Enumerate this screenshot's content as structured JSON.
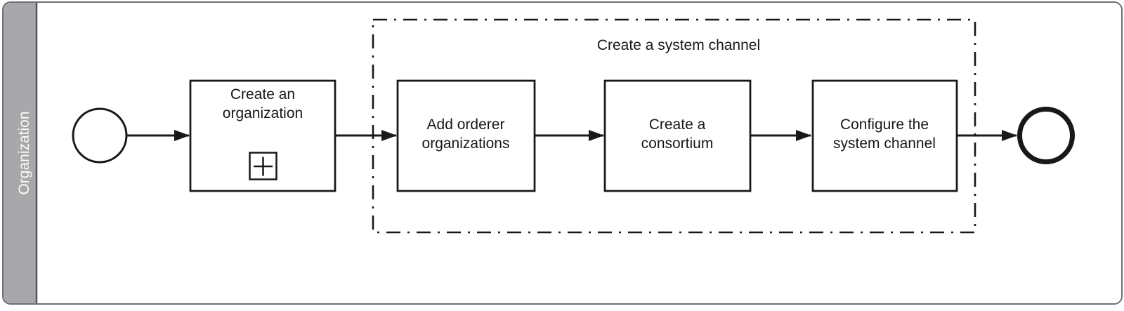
{
  "diagram_type": "BPMN process diagram",
  "lane": {
    "label": "Organization"
  },
  "group": {
    "label": "Create a system channel"
  },
  "tasks": [
    {
      "name": "create-an-organization",
      "lines": [
        "Create an",
        "organization"
      ],
      "kind": "subprocess",
      "marker": "plus-icon"
    },
    {
      "name": "add-orderer-organizations",
      "lines": [
        "Add orderer",
        "organizations"
      ],
      "kind": "task"
    },
    {
      "name": "create-a-consortium",
      "lines": [
        "Create a",
        "consortium"
      ],
      "kind": "task"
    },
    {
      "name": "configure-the-system-channel",
      "lines": [
        "Configure the",
        "system channel"
      ],
      "kind": "task"
    }
  ],
  "events": {
    "start": {
      "kind": "start-event"
    },
    "end": {
      "kind": "end-event"
    }
  },
  "flows": {
    "count": 5,
    "style": "solid-arrow"
  },
  "colors": {
    "canvas_bg": "#ffffff",
    "pool_border": "#6f6f76",
    "lane_fill": "#a8a8ab",
    "lane_separator": "#55555c",
    "shape_stroke": "#18181a",
    "label_text": "#18181a",
    "lane_text": "#fafafa"
  }
}
